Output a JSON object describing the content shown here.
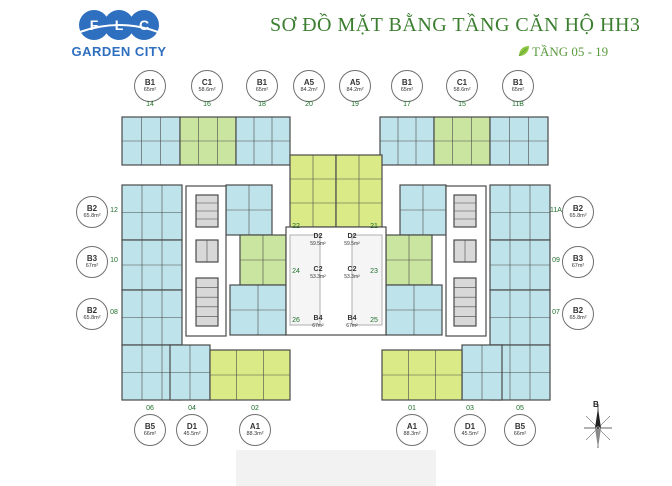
{
  "header": {
    "brand_short": "FLC",
    "brand_name": "GARDEN CITY",
    "title": "SƠ ĐỒ MẶT BẰNG TẦNG CĂN HỘ HH3",
    "subtitle": "TẦNG 05 - 19"
  },
  "colors": {
    "blue_unit": "#bfe3ea",
    "green_unit": "#c9e59f",
    "yellow_green": "#d9ea86",
    "core_gray": "#d8d8d8",
    "wall": "#4a4a4a",
    "title_green": "#3b7e2f",
    "brand_blue": "#2f6fbf"
  },
  "top_units": [
    {
      "code": "B1",
      "area": "65m²",
      "number": "14"
    },
    {
      "code": "C1",
      "area": "58.6m²",
      "number": "16"
    },
    {
      "code": "B1",
      "area": "65m²",
      "number": "18"
    },
    {
      "code": "A5",
      "area": "84.2m²",
      "number": "20"
    },
    {
      "code": "A5",
      "area": "84.2m²",
      "number": "19"
    },
    {
      "code": "B1",
      "area": "65m²",
      "number": "17"
    },
    {
      "code": "C1",
      "area": "58.6m²",
      "number": "15"
    },
    {
      "code": "B1",
      "area": "65m²",
      "number": "11B"
    }
  ],
  "left_units": [
    {
      "code": "B2",
      "area": "65.8m²",
      "number": "12"
    },
    {
      "code": "B3",
      "area": "67m²",
      "number": "10"
    },
    {
      "code": "B2",
      "area": "65.8m²",
      "number": "08"
    }
  ],
  "right_units": [
    {
      "code": "B2",
      "area": "65.8m²",
      "number": "11A"
    },
    {
      "code": "B3",
      "area": "67m²",
      "number": "09"
    },
    {
      "code": "B2",
      "area": "65.8m²",
      "number": "07"
    }
  ],
  "bottom_units": [
    {
      "code": "B5",
      "area": "66m²",
      "number": "06"
    },
    {
      "code": "D1",
      "area": "45.5m²",
      "number": "04"
    },
    {
      "code": "A1",
      "area": "88.3m²",
      "number": "02"
    },
    {
      "code": "A1",
      "area": "88.3m²",
      "number": "01"
    },
    {
      "code": "D1",
      "area": "45.5m²",
      "number": "03"
    },
    {
      "code": "B5",
      "area": "66m²",
      "number": "05"
    }
  ],
  "inner_units": [
    {
      "code": "D2",
      "area": "59.5m²",
      "number": "22"
    },
    {
      "code": "D2",
      "area": "59.5m²",
      "number": "21"
    },
    {
      "code": "C2",
      "area": "53.3m²",
      "number": "24"
    },
    {
      "code": "C2",
      "area": "53.3m²",
      "number": "23"
    },
    {
      "code": "B4",
      "area": "67m²",
      "number": "26"
    },
    {
      "code": "B4",
      "area": "67m²",
      "number": "25"
    }
  ],
  "compass": {
    "label": "B"
  }
}
